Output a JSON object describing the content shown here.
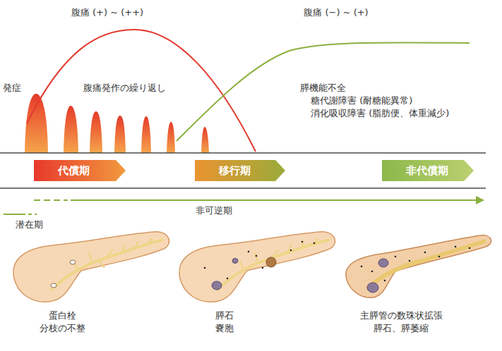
{
  "diagram": {
    "nodes": [
      {
        "text": [
          "代償期"
        ]
      },
      {
        "text": [
          "移行期"
        ]
      },
      {
        "text": [
          "非代償期"
        ]
      }
    ],
    "labels": [
      "腹痛 (+) ~ (++)",
      "腹痛 (−) ~ (+)",
      "発症",
      "腹痛発作の繰り返し",
      "膵機能不全",
      "糖代謝障害 (耐糖能異常)",
      "消化吸収障害 (脂肪便、体重減少)",
      "非可逆期",
      "潜在期",
      "蛋白栓",
      "分枝の不整",
      "膵石",
      "嚢胞",
      "主膵管の数珠状拡張",
      "膵石、膵萎縮"
    ]
  }
}
